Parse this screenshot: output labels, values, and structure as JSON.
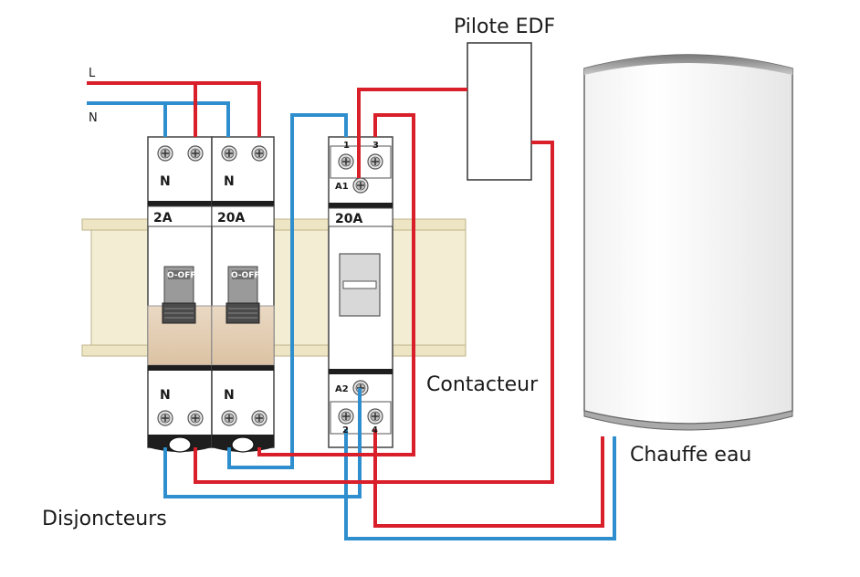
{
  "diagram": {
    "labels": {
      "line": "L",
      "neutral": "N",
      "pilot": "Pilote EDF",
      "contactor": "Contacteur",
      "heater": "Chauffe eau",
      "breakers": "Disjoncteurs"
    },
    "breaker_1": {
      "rating": "2A",
      "top_n": "N",
      "bottom_n": "N",
      "toggle": "O-OFF"
    },
    "breaker_2": {
      "rating": "20A",
      "top_n": "N",
      "bottom_n": "N",
      "toggle": "O-OFF"
    },
    "contactor_module": {
      "rating": "20A",
      "t1": "1",
      "t3": "3",
      "a1": "A1",
      "a2": "A2",
      "t2": "2",
      "t4": "4"
    },
    "colors": {
      "live": "#d81f2a",
      "neutral": "#2f8fce",
      "rail": "#ede5c3",
      "module": "#ffffff",
      "outline": "#333333"
    }
  }
}
